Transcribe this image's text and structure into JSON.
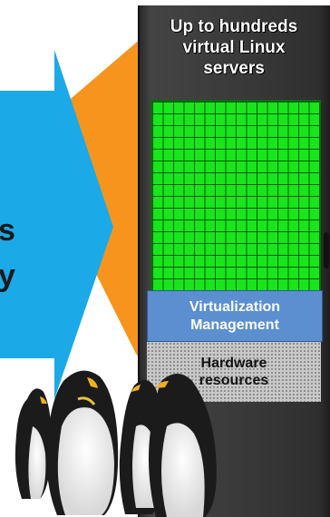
{
  "colors": {
    "arrow_blue": "#1ba9e8",
    "fan_orange": "#f7941d",
    "grid_green": "#18e51c",
    "virtualization_blue": "#5b8fd0",
    "hardware_gray": "#c8c8c8"
  },
  "arrow": {
    "text_line1": "s",
    "text_line2": "y"
  },
  "rack": {
    "title_line1": "Up to hundreds",
    "title_line2": "virtual Linux",
    "title_line3": "servers",
    "virtualization_line1": "Virtualization",
    "virtualization_line2": "Management",
    "hardware_line1": "Hardware",
    "hardware_line2": "resources"
  },
  "icons": {
    "mascot": "penguin-icon"
  }
}
